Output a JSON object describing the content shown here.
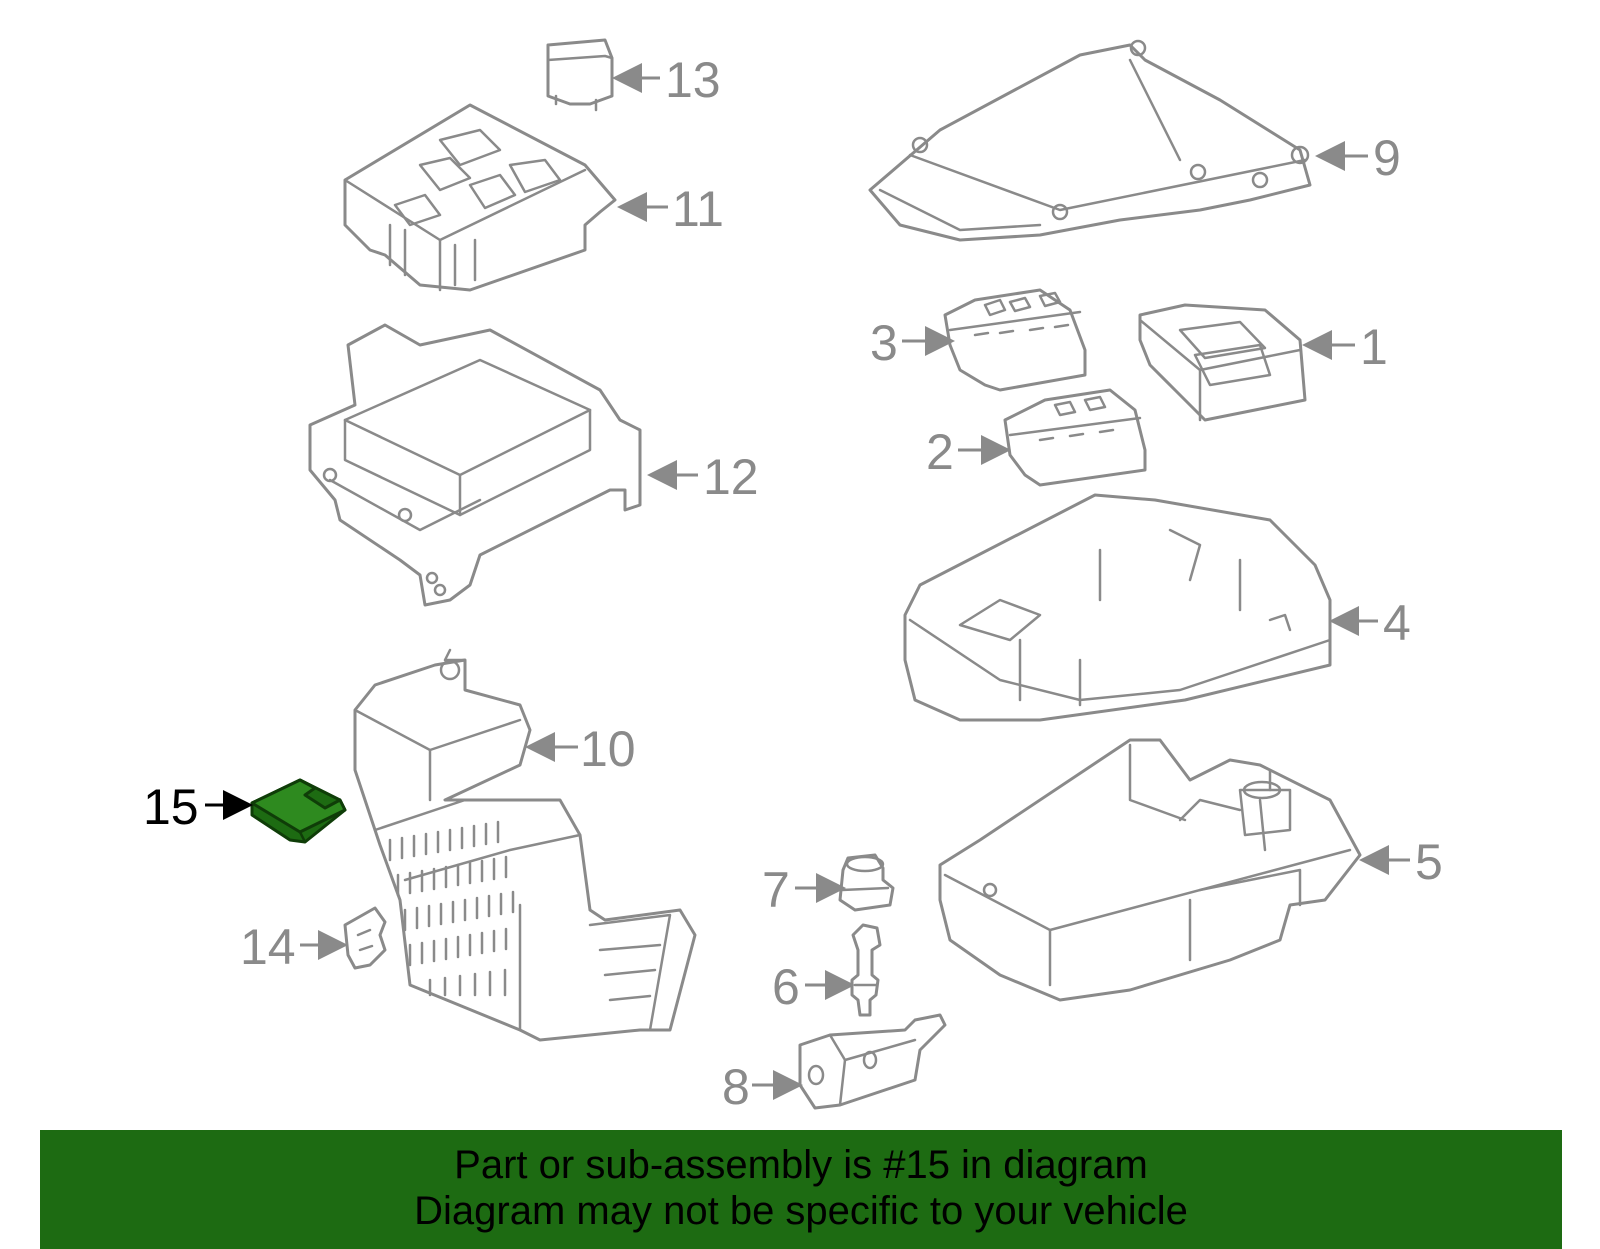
{
  "diagram": {
    "highlight_color": "#1d6b12",
    "callouts": [
      {
        "id": "1",
        "label": "1"
      },
      {
        "id": "2",
        "label": "2"
      },
      {
        "id": "3",
        "label": "3"
      },
      {
        "id": "4",
        "label": "4"
      },
      {
        "id": "5",
        "label": "5"
      },
      {
        "id": "6",
        "label": "6"
      },
      {
        "id": "7",
        "label": "7"
      },
      {
        "id": "8",
        "label": "8"
      },
      {
        "id": "9",
        "label": "9"
      },
      {
        "id": "10",
        "label": "10"
      },
      {
        "id": "11",
        "label": "11"
      },
      {
        "id": "12",
        "label": "12"
      },
      {
        "id": "13",
        "label": "13"
      },
      {
        "id": "14",
        "label": "14"
      },
      {
        "id": "15",
        "label": "15",
        "highlighted": true
      }
    ]
  },
  "banner": {
    "line1": "Part or sub-assembly is #15 in diagram",
    "line2": "Diagram may not be specific to your vehicle",
    "background": "#1d6b12"
  }
}
